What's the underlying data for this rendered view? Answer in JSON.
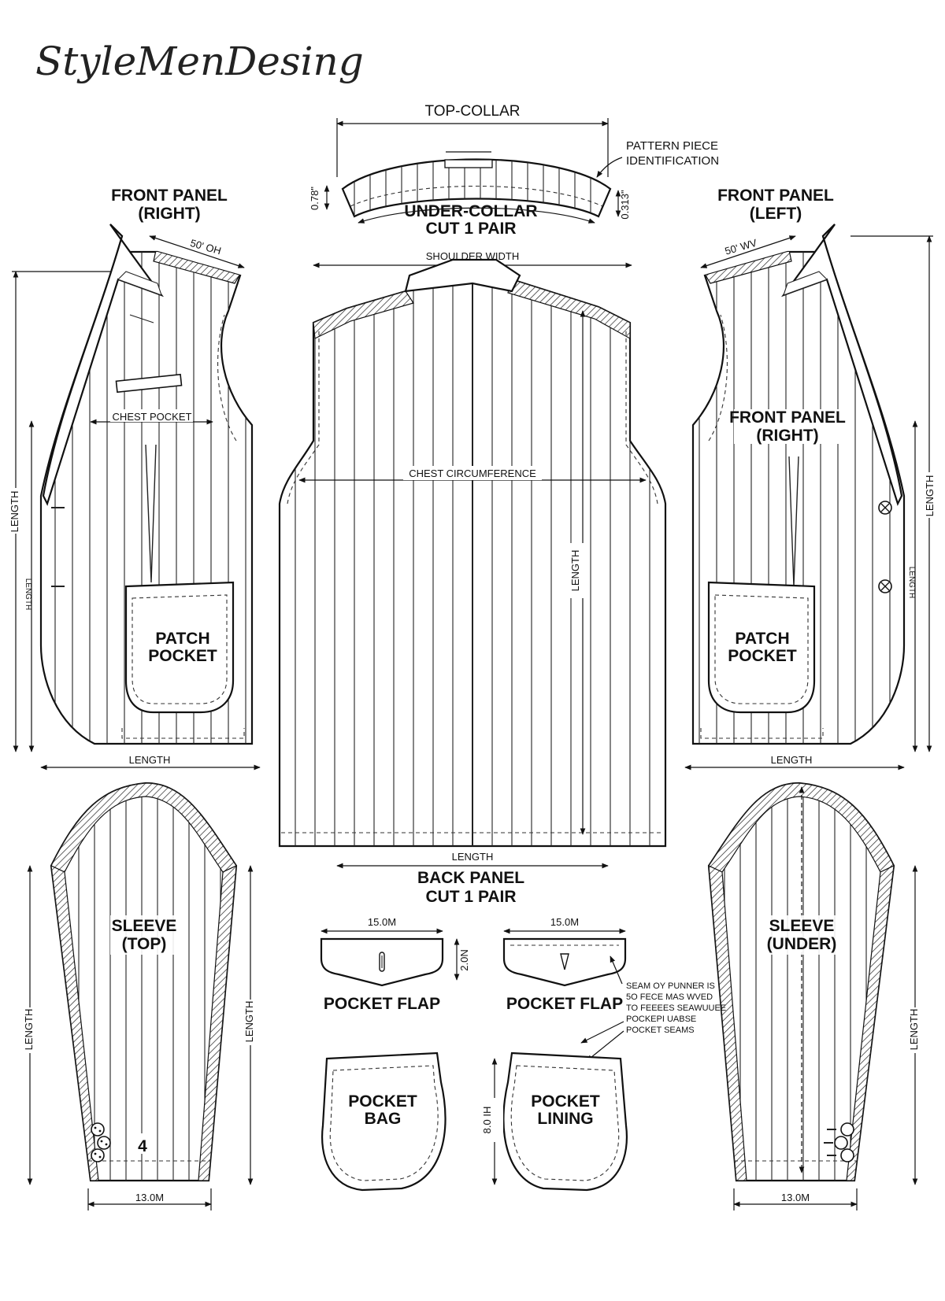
{
  "brand": "StyleMenDesing",
  "labels": {
    "top_collar": "TOP-COLLAR",
    "pattern_id_1": "PATTERN PIECE",
    "pattern_id_2": "IDENTIFICATION",
    "under_collar_1": "UNDER-COLLAR",
    "under_collar_2": "CUT 1 PAIR",
    "collar_h_left": "0.78\"",
    "collar_h_right": "0.313\"",
    "shoulder_width": "SHOULDER WIDTH",
    "chest_circumference": "CHEST CIRCUMFERENCE",
    "back_length_v": "LENGTH",
    "back_length_h": "LENGTH",
    "back_panel_1": "BACK PANEL",
    "back_panel_2": "CUT 1 PAIR",
    "fp_right_1": "FRONT PANEL",
    "fp_right_2": "(RIGHT)",
    "fp_left_1": "FRONT PANEL",
    "fp_left_2": "(LEFT)",
    "fp_right_b_1": "FRONT PANEL",
    "fp_right_b_2": "(RIGHT)",
    "shoulder_meas_right": "50' OH",
    "shoulder_meas_left": "50' WV",
    "chest_pocket": "CHEST POCKET",
    "patch_pocket_1": "PATCH",
    "patch_pocket_2": "POCKET",
    "patch_pocket_r1": "PATCH",
    "patch_pocket_r2": "POCKET",
    "length": "LENGTH",
    "length_mirror": "LENGTH",
    "sleeve_top_1": "SLEEVE",
    "sleeve_top_2": "(TOP)",
    "sleeve_under_1": "SLEEVE",
    "sleeve_under_2": "(UNDER)",
    "sleeve_width": "13.0M",
    "sleeve_width_r": "13.0M",
    "sleeve_number": "4",
    "flap_width_l": "15.0M",
    "flap_width_r": "15.0M",
    "flap_height": "2.0N",
    "pocket_flap_l": "POCKET FLAP",
    "pocket_flap_r": "POCKET FLAP",
    "pocket_bag_1": "POCKET",
    "pocket_bag_2": "BAG",
    "pocket_lining_1": "POCKET",
    "pocket_lining_2": "LINING",
    "pocket_bag_height": "8.0 IH",
    "seam_note": [
      "SEAM OY PUNNER IS",
      "5O FECE MAS WVED",
      "TO FEEEES SEAWUUEE",
      "POCKEPI UABSE",
      "POCKET SEAMS"
    ]
  }
}
